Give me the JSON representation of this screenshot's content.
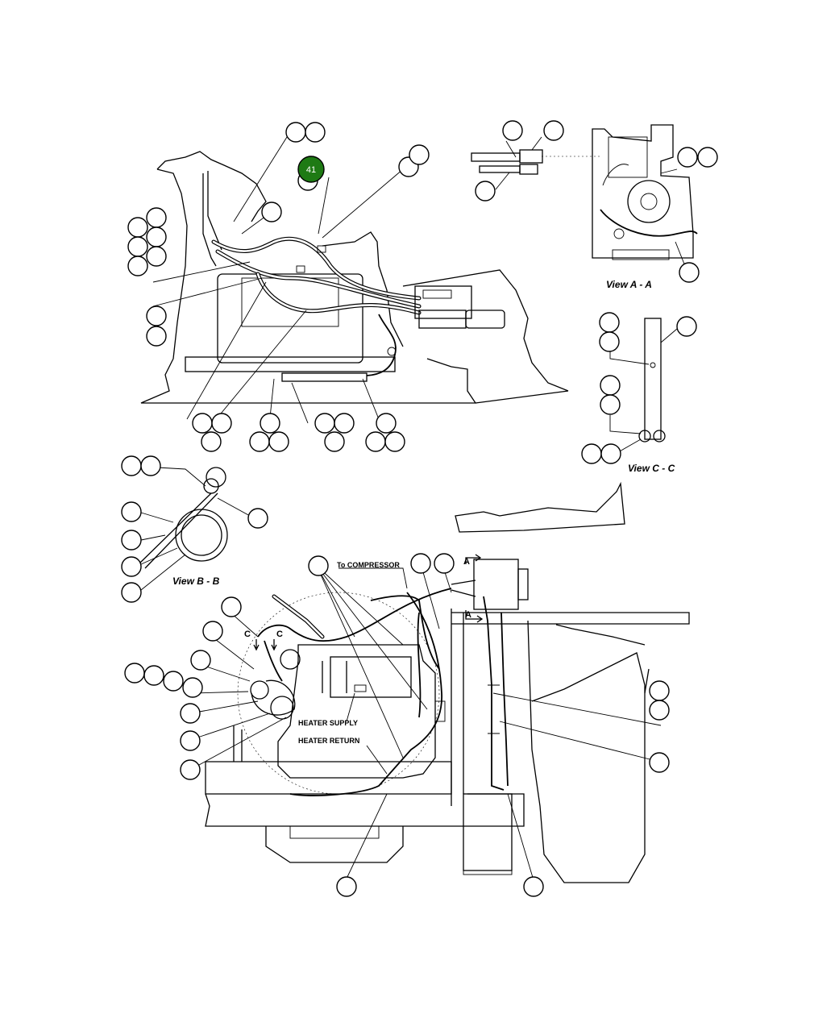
{
  "highlighted_callout": "41",
  "views": {
    "a": "View A - A",
    "b": "View B - B",
    "c": "View C - C"
  },
  "labels": {
    "to_compressor": "To COMPRESSOR",
    "heater_supply": "HEATER SUPPLY",
    "heater_return": "HEATER RETURN"
  },
  "section_markers": {
    "a_top": "A",
    "a_bottom": "A",
    "c_left": "C",
    "c_right": "C"
  },
  "colors": {
    "highlight": "#1e7a14",
    "line": "#000000",
    "background": "#ffffff"
  }
}
